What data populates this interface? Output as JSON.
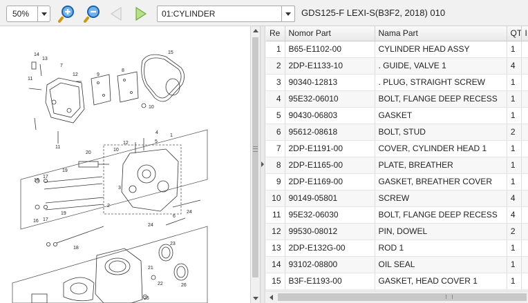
{
  "toolbar": {
    "zoom_value": "50%",
    "zoom_in_icon": "zoom-in-icon",
    "zoom_out_icon": "zoom-out-icon",
    "prev_icon": "triangle-left-icon",
    "next_icon": "triangle-right-icon",
    "group_value": "01:CYLINDER",
    "model_title": "GDS125-F LEXI-S(B3F2, 2018) 010"
  },
  "diagram": {
    "callouts": [
      "14",
      "13",
      "7",
      "11",
      "12",
      "9",
      "8",
      "15",
      "10",
      "11",
      "4",
      "5",
      "1",
      "12",
      "10",
      "20",
      "19",
      "16",
      "17",
      "16",
      "17",
      "18",
      "3",
      "2",
      "19",
      "24",
      "6",
      "24",
      "23",
      "21",
      "22",
      "26",
      "25"
    ]
  },
  "grid": {
    "columns": [
      "Re",
      "Nomor Part",
      "Nama Part",
      "QT",
      "I"
    ],
    "rows": [
      {
        "ref": "1",
        "part_no": "B65-E1102-00",
        "name": "CYLINDER HEAD ASSY",
        "qty": "1"
      },
      {
        "ref": "2",
        "part_no": "2DP-E1133-10",
        "name": ". GUIDE, VALVE 1",
        "qty": "4"
      },
      {
        "ref": "3",
        "part_no": "90340-12813",
        "name": ". PLUG, STRAIGHT SCREW",
        "qty": "1"
      },
      {
        "ref": "4",
        "part_no": "95E32-06010",
        "name": "BOLT, FLANGE DEEP RECESS",
        "qty": "1"
      },
      {
        "ref": "5",
        "part_no": "90430-06803",
        "name": "GASKET",
        "qty": "1"
      },
      {
        "ref": "6",
        "part_no": "95612-08618",
        "name": "BOLT, STUD",
        "qty": "2"
      },
      {
        "ref": "7",
        "part_no": "2DP-E1191-00",
        "name": "COVER, CYLINDER HEAD 1",
        "qty": "1"
      },
      {
        "ref": "8",
        "part_no": "2DP-E1165-00",
        "name": "PLATE, BREATHER",
        "qty": "1"
      },
      {
        "ref": "9",
        "part_no": "2DP-E1169-00",
        "name": "GASKET, BREATHER COVER",
        "qty": "1"
      },
      {
        "ref": "10",
        "part_no": "90149-05801",
        "name": "SCREW",
        "qty": "4"
      },
      {
        "ref": "11",
        "part_no": "95E32-06030",
        "name": "BOLT, FLANGE DEEP RECESS",
        "qty": "4"
      },
      {
        "ref": "12",
        "part_no": "99530-08012",
        "name": "PIN, DOWEL",
        "qty": "2"
      },
      {
        "ref": "13",
        "part_no": "2DP-E132G-00",
        "name": "ROD 1",
        "qty": "1"
      },
      {
        "ref": "14",
        "part_no": "93102-08800",
        "name": "OIL SEAL",
        "qty": "1"
      },
      {
        "ref": "15",
        "part_no": "B3F-E1193-00",
        "name": "GASKET, HEAD COVER 1",
        "qty": "1"
      }
    ]
  }
}
